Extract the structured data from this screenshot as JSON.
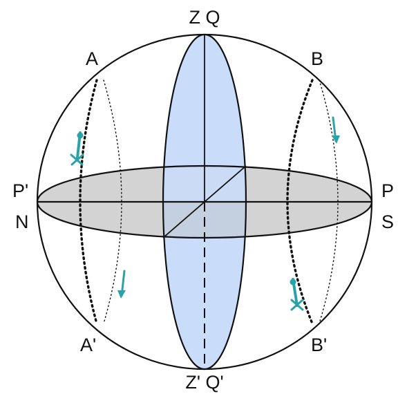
{
  "colors": {
    "outline": "#111111",
    "vertical_plane_fill": "#c9dcfa",
    "horizontal_plane_fill": "#d3d3d3",
    "overlap_fill": "#c4cfe0",
    "arrow_color": "#2aa3a8"
  },
  "labels": {
    "top": "Z Q",
    "bottom": "Z' Q'",
    "left_upper": "P'",
    "left_lower": "N",
    "right_upper": "P",
    "right_lower": "S",
    "a": "A",
    "a_prime": "A'",
    "b": "B",
    "b_prime": "B'"
  },
  "icons": {
    "motion_arrow": "teal-arrow",
    "cross_marker": "teal-x-marker"
  }
}
